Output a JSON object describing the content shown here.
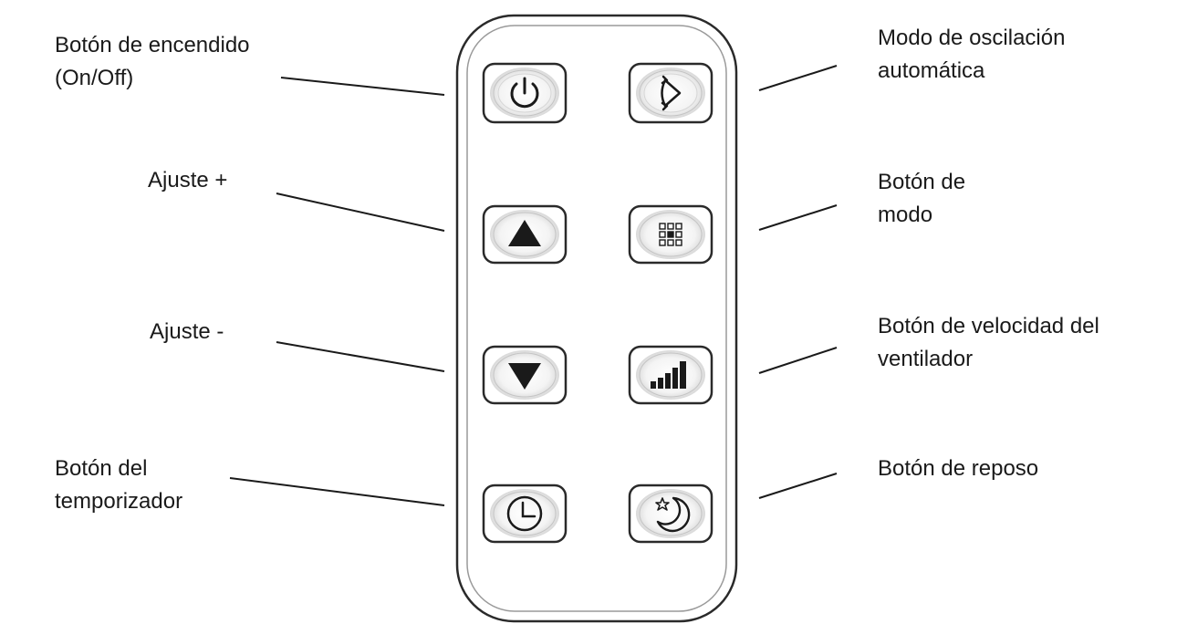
{
  "labels": {
    "power": {
      "line1": "Botón de encendido",
      "line2": "(On/Off)"
    },
    "plus": {
      "line1": "Ajuste +"
    },
    "minus": {
      "line1": "Ajuste -"
    },
    "timer": {
      "line1": "Botón del",
      "line2": "temporizador"
    },
    "oscillation": {
      "line1": "Modo de oscilación",
      "line2": "automática"
    },
    "mode": {
      "line1": "Botón de",
      "line2": "modo"
    },
    "fan_speed": {
      "line1": "Botón de velocidad del",
      "line2": "ventilador"
    },
    "sleep": {
      "line1": "Botón de reposo"
    }
  },
  "icons": {
    "power": "power-icon",
    "oscillation": "oscillation-icon",
    "plus": "triangle-up-icon",
    "mode": "mode-grid-icon",
    "minus": "triangle-down-icon",
    "fan_speed": "signal-bars-icon",
    "timer": "clock-icon",
    "sleep": "moon-star-icon"
  },
  "colors": {
    "ink": "#1a1a1a",
    "outline": "#2a2a2a",
    "shadow": "#bdbdbd"
  }
}
